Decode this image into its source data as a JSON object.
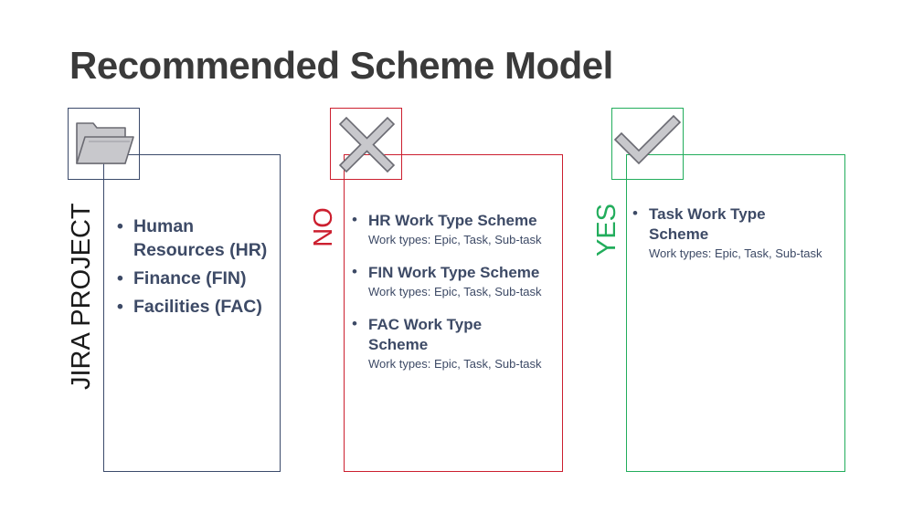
{
  "title": "Recommended Scheme Model",
  "colors": {
    "project": "#3b4a6b",
    "no": "#cc1f2f",
    "yes": "#22ad5c",
    "text": "#3d4a66",
    "title": "#3a3a3a",
    "icon_fill": "#c8c8cc"
  },
  "project": {
    "label": "JIRA PROJECT",
    "icon": "folder-icon",
    "items": [
      "Human Resources (HR)",
      "Finance (FIN)",
      "Facilities (FAC)"
    ]
  },
  "no": {
    "label": "NO",
    "icon": "cross-icon",
    "schemes": [
      {
        "name": "HR Work Type Scheme",
        "sub": "Work types: Epic, Task, Sub-task"
      },
      {
        "name": "FIN Work Type Scheme",
        "sub": "Work types: Epic, Task, Sub-task"
      },
      {
        "name": "FAC Work Type Scheme",
        "sub": "Work types: Epic, Task, Sub-task"
      }
    ]
  },
  "yes": {
    "label": "YES",
    "icon": "checkmark-icon",
    "schemes": [
      {
        "name": "Task Work Type Scheme",
        "sub": "Work types: Epic, Task, Sub-task"
      }
    ]
  }
}
